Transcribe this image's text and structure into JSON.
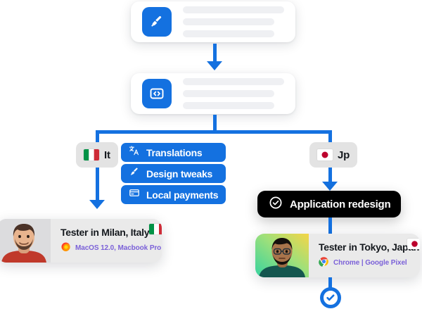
{
  "flow": {
    "cards": [
      {
        "id": "design-brief",
        "icon": "brush-icon",
        "lines": 3
      },
      {
        "id": "code-spec",
        "icon": "code-icon",
        "lines": 3
      }
    ],
    "left_branch": {
      "badge": {
        "label": "It",
        "flag": "italy-flag-icon"
      },
      "pills": [
        {
          "label": "Translations",
          "icon": "translate-icon"
        },
        {
          "label": "Design tweaks",
          "icon": "brush-icon"
        },
        {
          "label": "Local payments",
          "icon": "credit-card-icon"
        }
      ],
      "tester": {
        "name": "Tester in Milan, Italy",
        "meta": "MacOS 12.0, Macbook Pro",
        "browser_icon": "firefox-icon",
        "flag": "italy-flag-icon"
      }
    },
    "right_branch": {
      "badge": {
        "label": "Jp",
        "flag": "japan-flag-icon"
      },
      "task": {
        "label": "Application redesign",
        "icon": "check-circle-icon"
      },
      "tester": {
        "name": "Tester in Tokyo, Japan",
        "meta": "Chrome | Google Pixel",
        "browser_icon": "chrome-icon",
        "flag": "japan-flag-icon"
      }
    },
    "end_node": {
      "icon": "check-circle-icon"
    }
  },
  "colors": {
    "accent_blue": "#1471E0",
    "task_black": "#000000",
    "badge_gray": "#E3E3E3",
    "card_gray": "#EAEAEA",
    "meta_purple": "#7B61D8",
    "placeholder_gray": "#EFF0F3"
  }
}
